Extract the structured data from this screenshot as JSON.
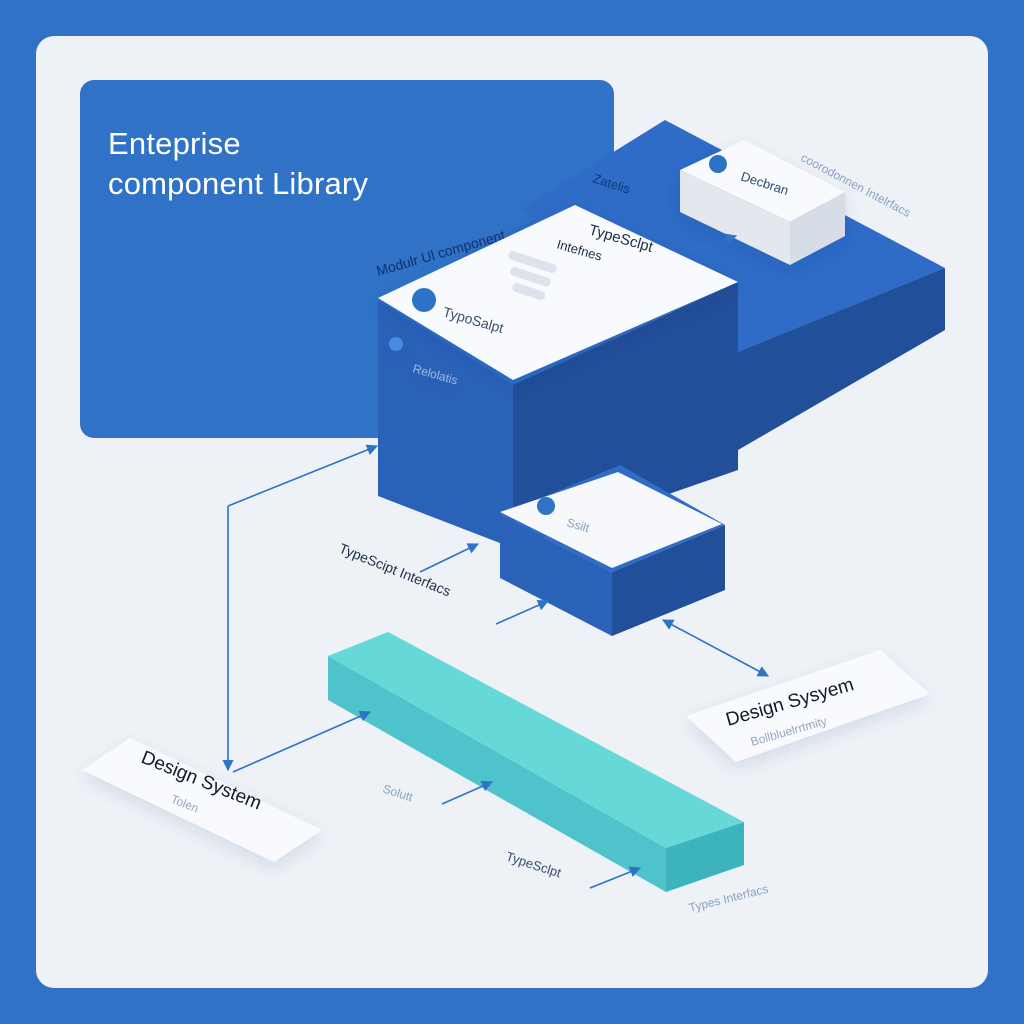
{
  "title": {
    "line1": "Enteprise",
    "line2": "component Library",
    "full": "Enteprise\ncomponent Library"
  },
  "blocks": {
    "main_stack_label": "Modulr Ul component",
    "top_card_typescript": "TypeSclpt",
    "top_card_interfaces": "Intefnes",
    "front_card_badge": "TypoSalpt",
    "front_face_caption": "Relolatis",
    "back_slab_label": "Zatelis",
    "back_card_label": "Decbran",
    "back_slab_side_label": "coorodonnen Intelrfacs",
    "small_block_card_label": "Ssilt"
  },
  "annotations": {
    "typescript_interfaces": "TypeScipt Interfacs",
    "solution_label": "Solutt",
    "typescript_bottom": "TypeSclpt",
    "types_interfaces": "Types Interfacs"
  },
  "cards": {
    "design_system_left_title": "Design System",
    "design_system_left_sub": "Tolen",
    "design_system_right_title": "Design Sysyem",
    "design_system_right_sub": "Bollbluelrrtmity"
  },
  "colors": {
    "frame_blue": "#2f72c6",
    "canvas_bg": "#eef2f7",
    "block_top": "#2e6cc7",
    "block_front": "#2a62b8",
    "block_side": "#224f99",
    "card_white": "#f8fafd",
    "teal_top": "#66d8d8",
    "teal_front": "#4fc3cb",
    "arrow": "#2f72c6"
  },
  "icons": [
    "circle-badge-icon",
    "arrow-icon"
  ]
}
